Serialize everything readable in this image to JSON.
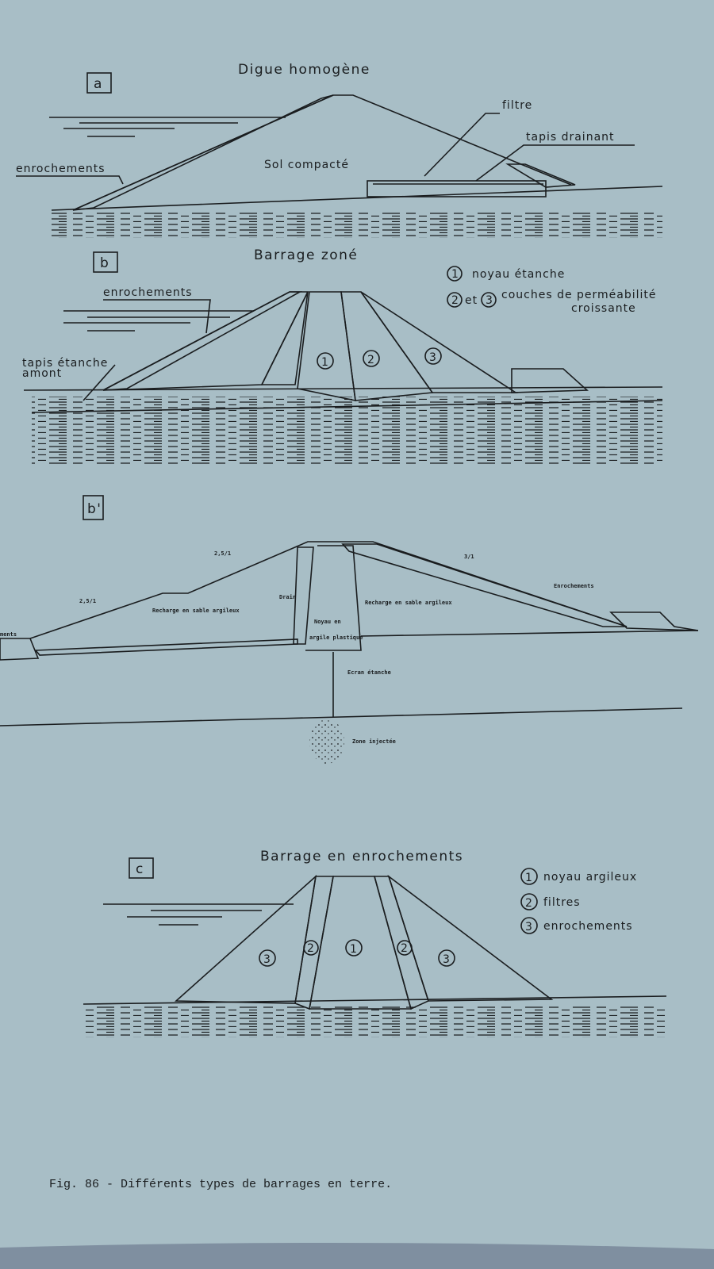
{
  "figure": {
    "caption": "Fig. 86 - Différents types de barrages en terre.",
    "background_color": "#a8bec6",
    "ink_color": "#1a1d1f"
  },
  "panel_a": {
    "label": "a",
    "title": "Digue homogène",
    "labels": {
      "fill": "Sol compacté",
      "filter": "filtre",
      "drain": "tapis drainant",
      "riprap": "enrochements"
    }
  },
  "panel_b": {
    "label": "b",
    "title": "Barrage zoné",
    "legend": {
      "n1": "1",
      "t1": "noyau étanche",
      "n2": "2",
      "et": "et",
      "n3": "3",
      "t2": "couches de perméabilité",
      "t3": "croissante"
    },
    "labels": {
      "riprap": "enrochements",
      "blanket1": "tapis étanche",
      "blanket2": "amont",
      "z1": "1",
      "z2": "2",
      "z3": "3"
    }
  },
  "panel_b2": {
    "label": "b'",
    "labels": {
      "slope_upper": "2,5/1",
      "slope_lower": "2,5/1",
      "slope_right": "3/1",
      "shell_left": "Recharge en sable argileux",
      "shell_right": "Recharge en sable argileux",
      "drain": "Drain",
      "core1": "Noyau en",
      "core2": "argile plastique",
      "riprap": "Enrochements",
      "riprap_left": "ments",
      "screen": "Ecran étanche",
      "grout": "Zone injectée"
    }
  },
  "panel_c": {
    "label": "c",
    "title": "Barrage en enrochements",
    "legend": [
      {
        "num": "1",
        "text": "noyau argileux"
      },
      {
        "num": "2",
        "text": "filtres"
      },
      {
        "num": "3",
        "text": "enrochements"
      }
    ],
    "zones": {
      "core": "1",
      "filter": "2",
      "rock": "3"
    }
  }
}
